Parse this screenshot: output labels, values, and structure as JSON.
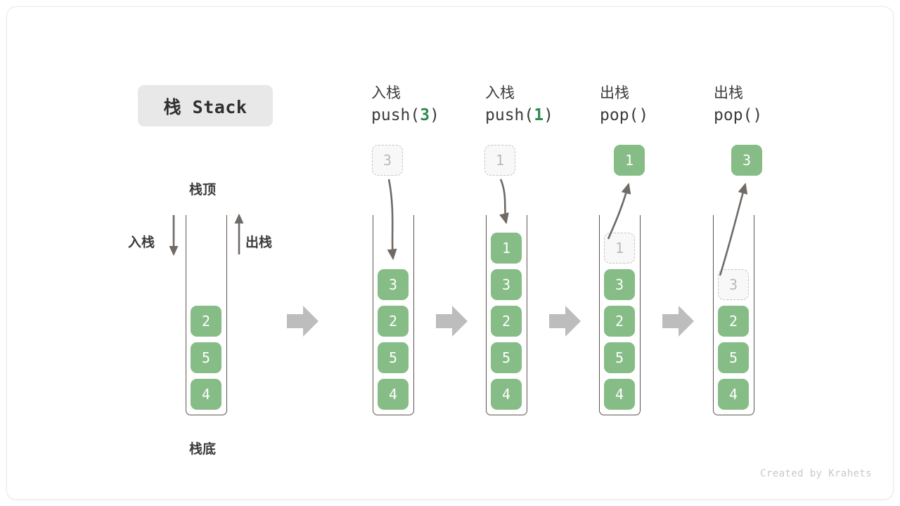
{
  "title": {
    "label": "栈 Stack"
  },
  "footer": {
    "credit": "Created by Krahets"
  },
  "left_diagram": {
    "top_label": "栈顶",
    "bottom_label": "栈底",
    "push_label": "入栈",
    "pop_label": "出栈",
    "cells": [
      "2",
      "5",
      "4"
    ]
  },
  "steps": [
    {
      "cn": "入栈",
      "op_prefix": "push(",
      "op_arg": "3",
      "op_suffix": ")",
      "floating": {
        "value": "3",
        "style": "ghost"
      },
      "cells": [
        {
          "value": "3",
          "style": "solid"
        },
        {
          "value": "2",
          "style": "solid"
        },
        {
          "value": "5",
          "style": "solid"
        },
        {
          "value": "4",
          "style": "solid"
        }
      ]
    },
    {
      "cn": "入栈",
      "op_prefix": "push(",
      "op_arg": "1",
      "op_suffix": ")",
      "floating": {
        "value": "1",
        "style": "ghost"
      },
      "cells": [
        {
          "value": "1",
          "style": "solid"
        },
        {
          "value": "3",
          "style": "solid"
        },
        {
          "value": "2",
          "style": "solid"
        },
        {
          "value": "5",
          "style": "solid"
        },
        {
          "value": "4",
          "style": "solid"
        }
      ]
    },
    {
      "cn": "出栈",
      "op_prefix": "pop(",
      "op_arg": "",
      "op_suffix": ")",
      "floating": {
        "value": "1",
        "style": "solid"
      },
      "cells": [
        {
          "value": "1",
          "style": "ghost"
        },
        {
          "value": "3",
          "style": "solid"
        },
        {
          "value": "2",
          "style": "solid"
        },
        {
          "value": "5",
          "style": "solid"
        },
        {
          "value": "4",
          "style": "solid"
        }
      ]
    },
    {
      "cn": "出栈",
      "op_prefix": "pop(",
      "op_arg": "",
      "op_suffix": ")",
      "floating": {
        "value": "3",
        "style": "solid"
      },
      "cells": [
        {
          "value": "3",
          "style": "ghost"
        },
        {
          "value": "2",
          "style": "solid"
        },
        {
          "value": "5",
          "style": "solid"
        },
        {
          "value": "4",
          "style": "solid"
        }
      ]
    }
  ],
  "colors": {
    "cell_green": "#86bc86",
    "accent_green": "#2e8b4f",
    "arrow_gray": "#bdbdbd",
    "line_gray": "#6f6a66",
    "ghost_border": "#c6c6c6",
    "pill_bg": "#e8e8e8"
  }
}
